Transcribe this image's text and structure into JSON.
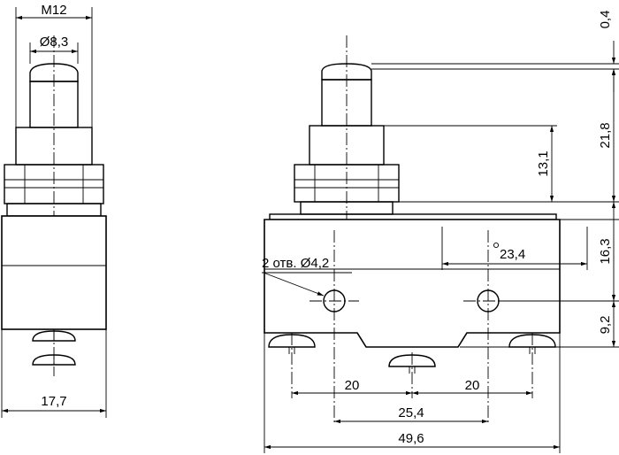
{
  "side_view": {
    "thread_label": "M12",
    "plunger_diameter": "Ø8,3",
    "width": "17,7"
  },
  "front_view": {
    "hole_note": "2 отв. Ø4,2",
    "angle_dim": "23,4",
    "plunger_offset": "0,4",
    "plunger_travel_height": "21,8",
    "nut_height": "13,1",
    "body_height": "16,3",
    "hole_height": "9,2",
    "terminal_pitch_left": "20",
    "terminal_pitch_right": "20",
    "hole_spacing": "25,4",
    "overall_width": "49,6"
  },
  "colors": {
    "line": "#000000",
    "background": "#ffffff"
  }
}
